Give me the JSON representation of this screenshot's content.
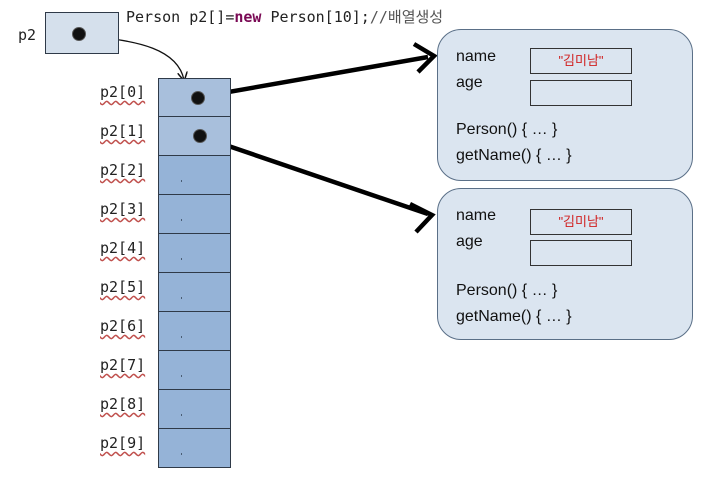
{
  "code_line": {
    "type": "Person",
    "decl": " p2[]=",
    "keyword": "new",
    "ctor": " Person[10];",
    "comment": "//배열생성"
  },
  "reference": {
    "name": "p2"
  },
  "array": {
    "indices": [
      "p2[0]",
      "p2[1]",
      "p2[2]",
      "p2[3]",
      "p2[4]",
      "p2[5]",
      "p2[6]",
      "p2[7]",
      "p2[8]",
      "p2[9]"
    ]
  },
  "objects": [
    {
      "fields": [
        {
          "label": "name",
          "value": "\"김미남\""
        },
        {
          "label": "age",
          "value": ""
        }
      ],
      "methods": [
        "Person() { … }",
        "getName() { … }"
      ]
    },
    {
      "fields": [
        {
          "label": "name",
          "value": "\"김미남\""
        },
        {
          "label": "age",
          "value": ""
        }
      ],
      "methods": [
        "Person() { … }",
        "getName() { … }"
      ]
    }
  ],
  "colors": {
    "array_cell": "#95b3d7",
    "object_fill": "#dbe5f0",
    "name_value": "#d02020",
    "keyword": "#7a0a55"
  }
}
